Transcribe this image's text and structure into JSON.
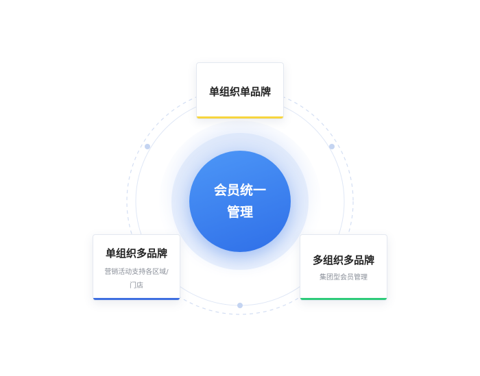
{
  "center": {
    "line1": "会员统一",
    "line2": "管理"
  },
  "nodes": [
    {
      "title": "单组织单品牌",
      "description": "",
      "accent": "#f7d53d"
    },
    {
      "title": "单组织多品牌",
      "description": "营销活动支持各区域/门店",
      "accent": "#3f6fe0"
    },
    {
      "title": "多组织多品牌",
      "description": "集团型会员管理",
      "accent": "#2ecb7a"
    }
  ],
  "colors": {
    "center_gradient_start": "#4d97f7",
    "center_gradient_end": "#2f6fe8",
    "ring_line": "#c9d8f2"
  }
}
